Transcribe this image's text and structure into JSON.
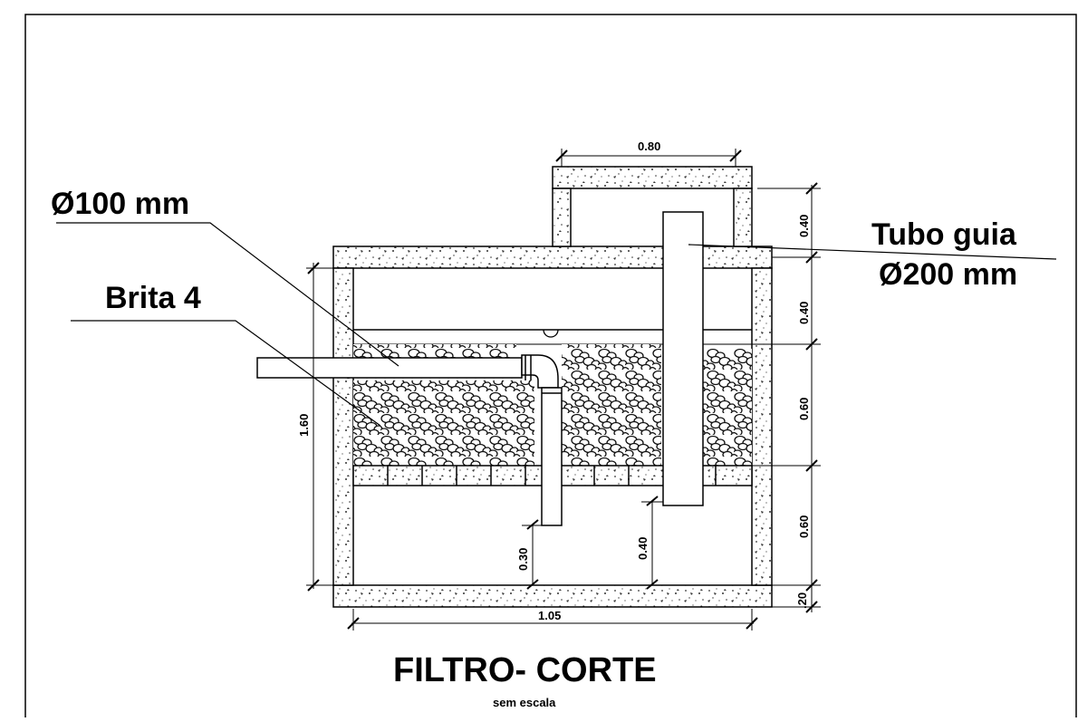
{
  "drawing": {
    "title": "FILTRO- CORTE",
    "subtitle": "sem escala"
  },
  "labels": {
    "pipe_inlet": "Ø100 mm",
    "gravel": "Brita 4",
    "guide_tube_line1": "Tubo guia",
    "guide_tube_line2": "Ø200 mm"
  },
  "dimensions": {
    "top_width": "0.80",
    "total_height": "1.60",
    "bottom_width": "1.05",
    "right_1": "0.40",
    "right_2": "0.40",
    "right_3": "0.60",
    "right_4": "0.60",
    "right_5": ".20",
    "inner_pipe_gap": "0.30",
    "inner_tube_gap": "0.40"
  }
}
